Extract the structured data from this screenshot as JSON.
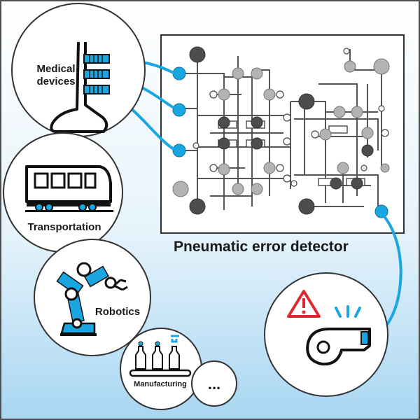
{
  "labels": {
    "medical_line1": "Medical",
    "medical_line2": "devices",
    "transportation": "Transportation",
    "robotics": "Robotics",
    "manufacturing": "Manufacturing",
    "more": "...",
    "detector_title": "Pneumatic error detector"
  },
  "icons": {
    "medical": "leg-brace-icon",
    "transportation": "train-icon",
    "robotics": "robot-arm-icon",
    "manufacturing": "conveyor-bottles-icon",
    "alert": "warning-triangle-icon",
    "whistle": "whistle-icon"
  },
  "colors": {
    "accent_blue": "#1aa6e0",
    "alert_red": "#e0262e",
    "background_top": "#ffffff",
    "background_bottom": "#a8d6f2",
    "valve_dark": "#4d4d4d",
    "valve_light": "#b3b3b3"
  }
}
